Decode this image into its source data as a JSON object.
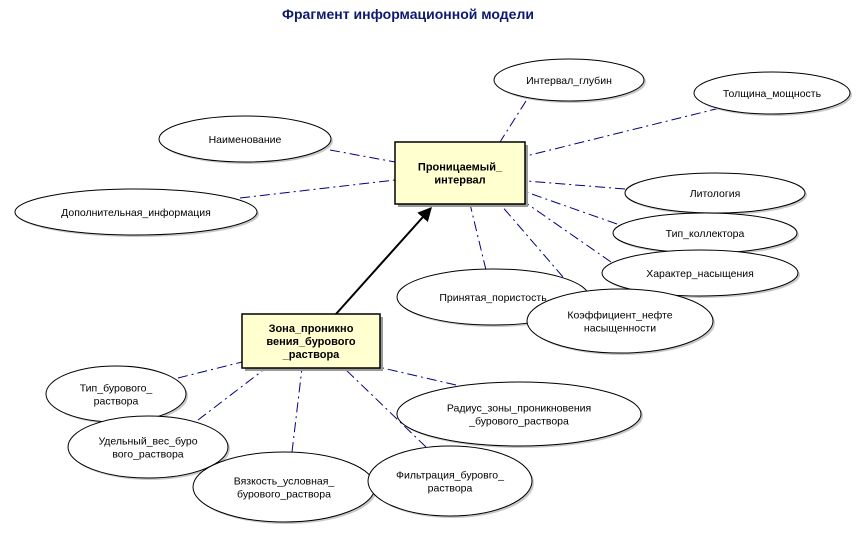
{
  "title": "Фрагмент информационной модели",
  "colors": {
    "entity_fill": "#ffffd0",
    "edge": "#000080",
    "title": "#0b1a6e"
  },
  "entities": [
    {
      "id": "interval",
      "lines": [
        "Проницаемый_",
        "интервал"
      ]
    },
    {
      "id": "zone",
      "lines": [
        "Зона_проникно",
        "вения_бурового",
        "_раствора"
      ]
    }
  ],
  "attributes": [
    {
      "id": "interval_depth",
      "owner": "interval",
      "lines": [
        "Интервал_глубин"
      ]
    },
    {
      "id": "thickness",
      "owner": "interval",
      "lines": [
        "Толщина_мощность"
      ]
    },
    {
      "id": "name",
      "owner": "interval",
      "lines": [
        "Наименование"
      ]
    },
    {
      "id": "extra_info",
      "owner": "interval",
      "lines": [
        "Дополнительная_информация"
      ]
    },
    {
      "id": "lithology",
      "owner": "interval",
      "lines": [
        "Литология"
      ]
    },
    {
      "id": "collector_type",
      "owner": "interval",
      "lines": [
        "Тип_коллектора"
      ]
    },
    {
      "id": "saturation",
      "owner": "interval",
      "lines": [
        "Характер_насыщения"
      ]
    },
    {
      "id": "porosity",
      "owner": "interval",
      "lines": [
        "Принятая_пористость"
      ]
    },
    {
      "id": "oil_saturation",
      "owner": "interval",
      "lines": [
        "Коэффициент_нефте",
        "насыщенности"
      ]
    },
    {
      "id": "mud_type",
      "owner": "zone",
      "lines": [
        "Тип_бурового_",
        "раствора"
      ]
    },
    {
      "id": "mud_weight",
      "owner": "zone",
      "lines": [
        "Удельный_вес_буро",
        "вого_раствора"
      ]
    },
    {
      "id": "viscosity",
      "owner": "zone",
      "lines": [
        "Вязкость_условная_",
        "бурового_раствора"
      ]
    },
    {
      "id": "filtration",
      "owner": "zone",
      "lines": [
        "Фильтрация_буровго_",
        "раствора"
      ]
    },
    {
      "id": "radius",
      "owner": "zone",
      "lines": [
        "Радиус_зоны_проникновения",
        "_бурового_раствора"
      ]
    }
  ],
  "relations": [
    {
      "from": "zone",
      "to": "interval",
      "style": "solid-arrow"
    }
  ]
}
